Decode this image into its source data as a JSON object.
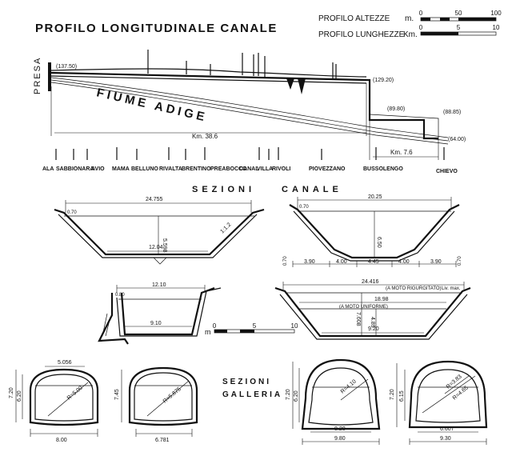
{
  "title": "PROFILO LONGITUDINALE CANALE",
  "scales": {
    "altezze_label": "PROFILO ALTEZZE",
    "altezze_unit": "m.",
    "altezze_ticks": [
      "0",
      "50",
      "100"
    ],
    "lunghezze_label": "PROFILO LUNGHEZZE",
    "lunghezze_unit": "Km.",
    "lunghezze_ticks": [
      "0",
      "5",
      "10"
    ]
  },
  "profile": {
    "presa": "PRESA",
    "river": "FIUME ADIGE",
    "elevations": [
      "(137.50)",
      "(129.20)",
      "(89.80)",
      "(88.85)",
      "(64.00)"
    ],
    "dist_main": "Km. 38.6",
    "dist_tail": "Km. 7.6"
  },
  "towns": [
    "ALA",
    "SABBIONARA",
    "AVIO",
    "MAMA",
    "BELLUNO",
    "RIVALTA",
    "BRENTINO",
    "PREABOCCO",
    "CANAL",
    "VILLA",
    "RIVOLI",
    "PIOVEZZANO",
    "BUSSOLENGO",
    "CHIEVO"
  ],
  "sezioni_canale": {
    "heading_left": "SEZIONI",
    "heading_right": "CANALE",
    "sec1": {
      "top": "24.755",
      "freeboard": "0.70",
      "depth": "5.598",
      "bottom": "12.04",
      "slope": "1:1.2"
    },
    "sec2": {
      "top": "20.25",
      "freeboard": "0.70",
      "depth": "6.50",
      "side_left": "0.70",
      "side_right": "0.70",
      "b1": "3.90",
      "b2": "4.00",
      "b3": "4.45",
      "b4": "4.00",
      "b5": "3.90"
    },
    "sec3": {
      "top": "12.10",
      "freeboard": "0.80",
      "bottom": "9.10"
    },
    "sec4": {
      "top": "24.416",
      "note_a": "(A MOTO RIGURGITATO)",
      "note_a2": "Liv. max.",
      "mid": "18.98",
      "note_b": "(A MOTO UNIFORME)",
      "d1": "7.608",
      "d2": "4.89",
      "bottom": "9.20"
    }
  },
  "scale_bar": {
    "prefix": "m",
    "ticks": [
      "0",
      "5",
      "10"
    ]
  },
  "gallerie": {
    "heading1": "SEZIONI",
    "heading2": "GALLERIA",
    "g1": {
      "top": "5.056",
      "h_out": "7.20",
      "h_in": "6.20",
      "radius": "R=5.00",
      "base": "8.00"
    },
    "g2": {
      "h_out": "7.45",
      "radius": "R=5.875",
      "base": "6.781"
    },
    "g3": {
      "h_out": "7.20",
      "h_in": "6.20",
      "radius": "R=4.10",
      "base_in": "8.20",
      "base_out": "9.80"
    },
    "g4": {
      "h_out": "7.20",
      "h_in": "6.15",
      "r1": "R=3.83",
      "r2": "R=4.65",
      "base_in": "6.607",
      "base_out": "9.30"
    }
  }
}
